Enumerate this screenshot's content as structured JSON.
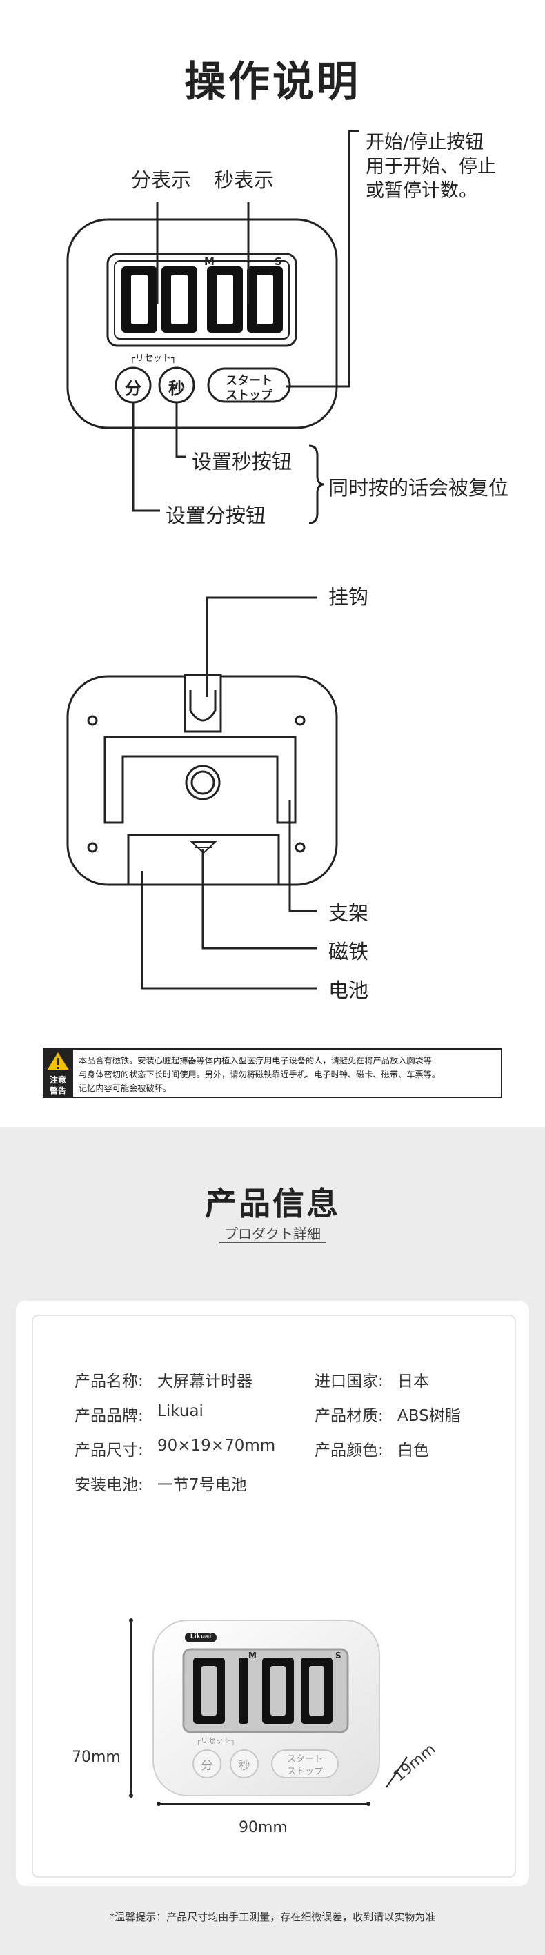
{
  "manual": {
    "title": "操作说明",
    "label_minutes": "分表示",
    "label_seconds": "秒表示",
    "start_stop_note": [
      "开始/停止按钮",
      "用于开始、停止",
      "或暂停计数。"
    ],
    "set_seconds": "设置秒按钮",
    "set_minutes": "设置分按钮",
    "reset_note": "同时按的话会被复位",
    "display_digits": "0000",
    "display_m": "M",
    "display_s": "S",
    "reset_label": "┌リセット┐",
    "btn_min": "分",
    "btn_sec": "秒",
    "btn_start": [
      "スタート",
      "ストップ"
    ]
  },
  "back": {
    "hook": "挂钩",
    "stand": "支架",
    "magnet": "磁铁",
    "battery": "电池"
  },
  "warning": {
    "badge": [
      "注意",
      "警告"
    ],
    "lines": [
      "本品含有磁铁。安装心脏起搏器等体内植入型医疗用电子设备的人，请避免在将产品放入胸袋等",
      "与身体密切的状态下长时间使用。另外，请勿将磁铁靠近手机、电子时钟、磁卡、磁带、车票等。",
      "记忆内容可能会被破坏。"
    ]
  },
  "product": {
    "title": "产品信息",
    "subtitle": "プロダクト詳細",
    "specs": [
      {
        "label": "产品名称:",
        "value": "大屏幕计时器"
      },
      {
        "label": "进口国家:",
        "value": "日本"
      },
      {
        "label": "产品品牌:",
        "value": "Likuai"
      },
      {
        "label": "产品材质:",
        "value": "ABS树脂"
      },
      {
        "label": "产品尺寸:",
        "value": "90×19×70mm"
      },
      {
        "label": "产品颜色:",
        "value": "白色"
      },
      {
        "label": "安装电池:",
        "value": "一节7号电池"
      }
    ],
    "logo": "Likuai",
    "photo_digits": "0100",
    "dim_height": "70mm",
    "dim_width": "90mm",
    "dim_depth": "19mm",
    "note": "*温馨提示：产品尺寸均由手工测量，存在细微误差，收到请以实物为准"
  }
}
